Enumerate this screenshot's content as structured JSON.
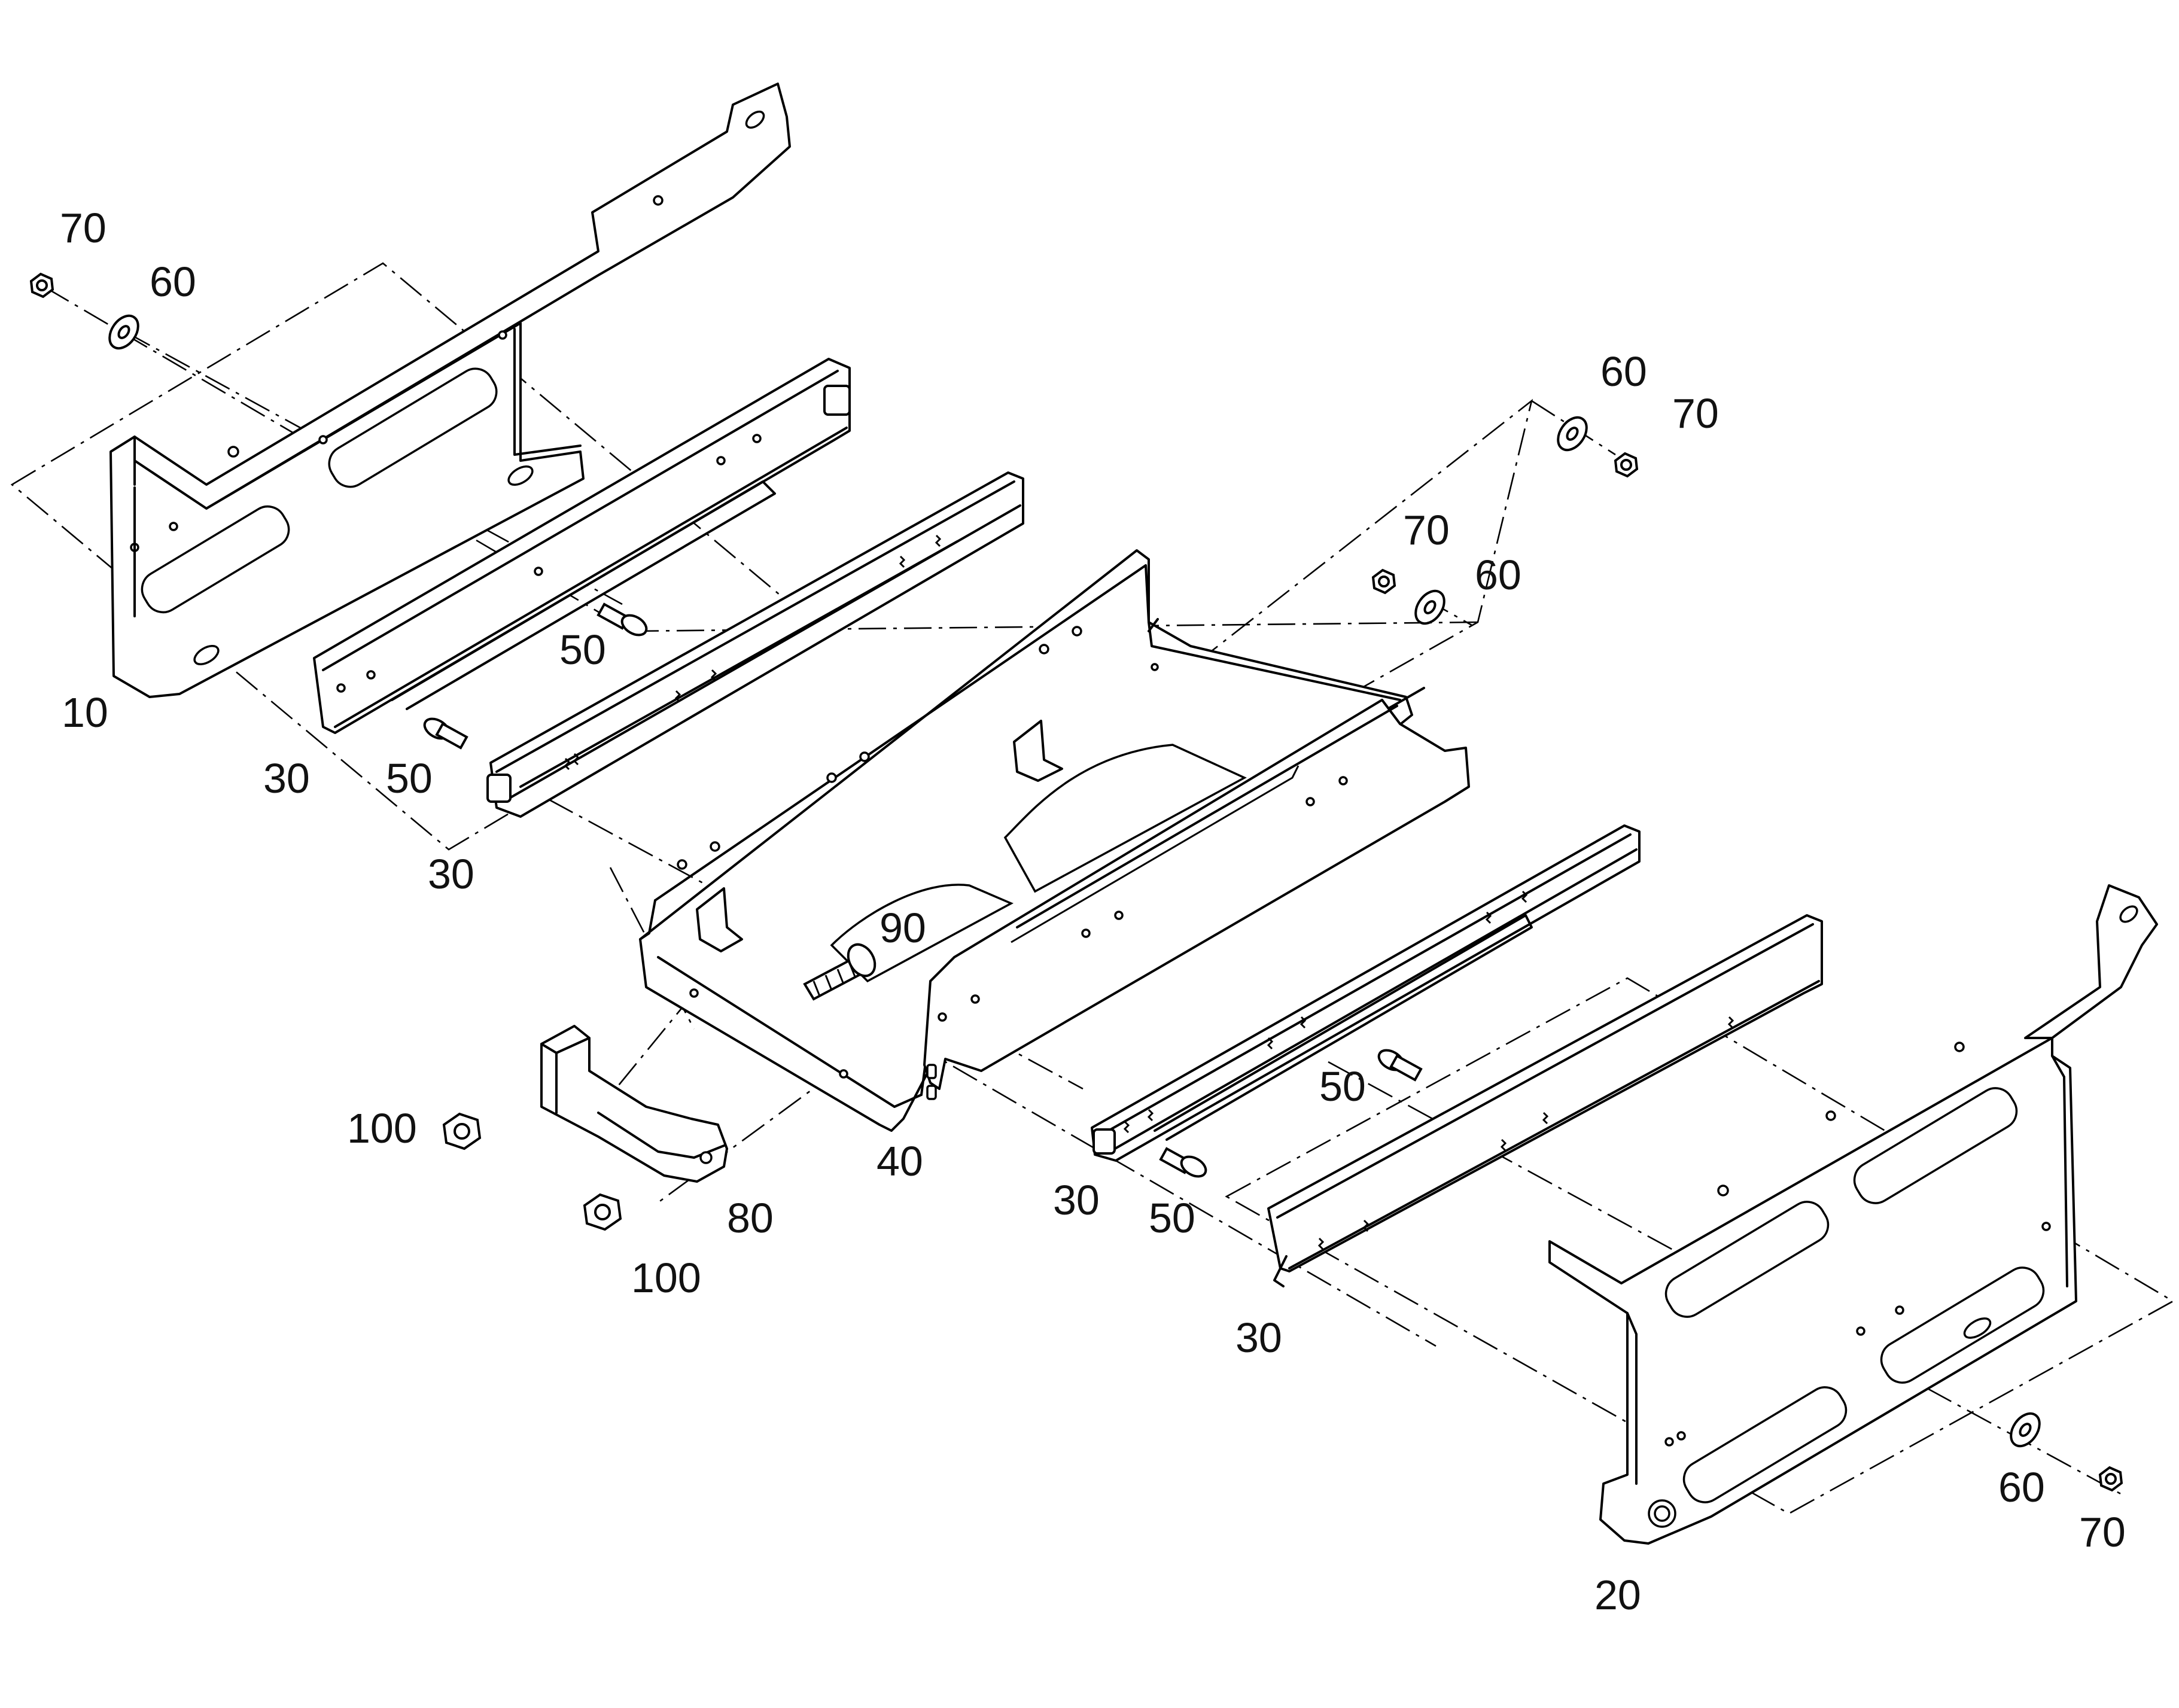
{
  "callouts": [
    {
      "id": "c-70-a",
      "text": "70"
    },
    {
      "id": "c-60-a",
      "text": "60"
    },
    {
      "id": "c-10",
      "text": "10"
    },
    {
      "id": "c-50-a",
      "text": "50"
    },
    {
      "id": "c-30-a",
      "text": "30"
    },
    {
      "id": "c-50-b",
      "text": "50"
    },
    {
      "id": "c-30-b",
      "text": "30"
    },
    {
      "id": "c-60-b",
      "text": "60"
    },
    {
      "id": "c-70-b",
      "text": "70"
    },
    {
      "id": "c-70-c",
      "text": "70"
    },
    {
      "id": "c-60-c",
      "text": "60"
    },
    {
      "id": "c-90",
      "text": "90"
    },
    {
      "id": "c-100-a",
      "text": "100"
    },
    {
      "id": "c-40",
      "text": "40"
    },
    {
      "id": "c-80",
      "text": "80"
    },
    {
      "id": "c-100-b",
      "text": "100"
    },
    {
      "id": "c-30-c",
      "text": "30"
    },
    {
      "id": "c-50-c",
      "text": "50"
    },
    {
      "id": "c-50-d",
      "text": "50"
    },
    {
      "id": "c-30-d",
      "text": "30"
    },
    {
      "id": "c-60-d",
      "text": "60"
    },
    {
      "id": "c-70-d",
      "text": "70"
    },
    {
      "id": "c-20",
      "text": "20"
    }
  ]
}
